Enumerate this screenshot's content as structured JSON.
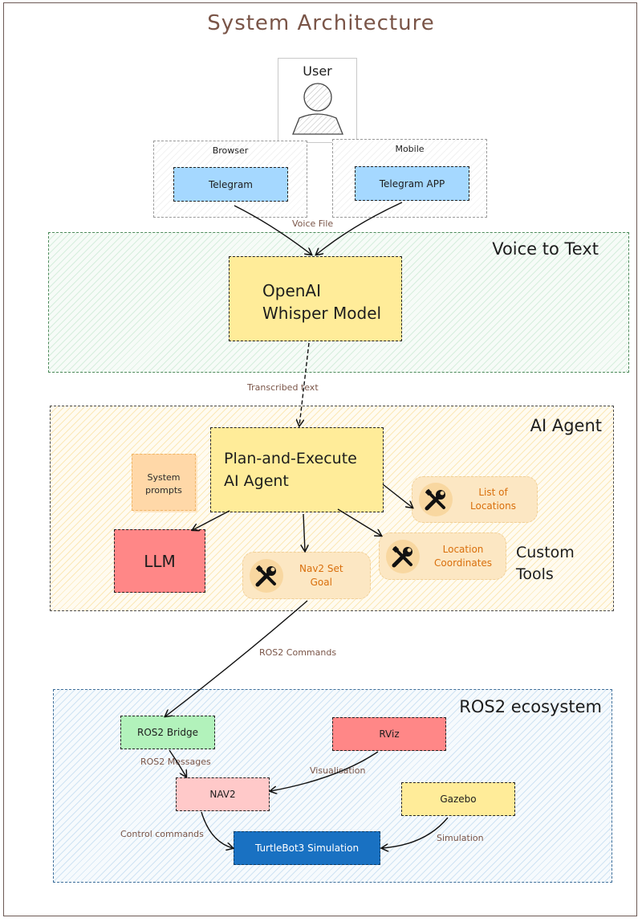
{
  "title": "System Architecture",
  "user": {
    "label": "User"
  },
  "browser": {
    "label": "Browser",
    "app": "Telegram"
  },
  "mobile": {
    "label": "Mobile",
    "app": "Telegram APP"
  },
  "edges": {
    "voice_file": "Voice File",
    "transcribed_text": "Transcribed text",
    "ros2_commands": "ROS2 Commands",
    "ros2_messages": "ROS2 Messages",
    "visualisation": "Visualisation",
    "control_commands": "Control commands",
    "simulation": "Simulation"
  },
  "voice_to_text": {
    "label": "Voice to Text",
    "model_line1": "OpenAI",
    "model_line2": "Whisper Model"
  },
  "ai_agent": {
    "label": "AI Agent",
    "agent_line1": "Plan-and-Execute",
    "agent_line2": "AI Agent",
    "system_prompts_line1": "System",
    "system_prompts_line2": "prompts",
    "llm": "LLM",
    "custom_tools_line1": "Custom",
    "custom_tools_line2": "Tools",
    "tools": {
      "list_of_locations_line1": "List of",
      "list_of_locations_line2": "Locations",
      "location_coordinates_line1": "Location",
      "location_coordinates_line2": "Coordinates",
      "nav2_set_goal_line1": "Nav2 Set",
      "nav2_set_goal_line2": "Goal"
    }
  },
  "ros2": {
    "label": "ROS2 ecosystem",
    "bridge": "ROS2 Bridge",
    "rviz": "RViz",
    "nav2": "NAV2",
    "gazebo": "Gazebo",
    "turtlebot": "TurtleBot3 Simulation"
  },
  "colors": {
    "telegram_blue": "#a5d8ff",
    "whisper_yellow": "#ffec99",
    "llm_red": "#ff8787",
    "bridge_green": "#b2f2bb",
    "nav2_pink": "#ffc9c9",
    "turtlebot_blue": "#1971c2",
    "tool_orange": "#d96f0c"
  }
}
